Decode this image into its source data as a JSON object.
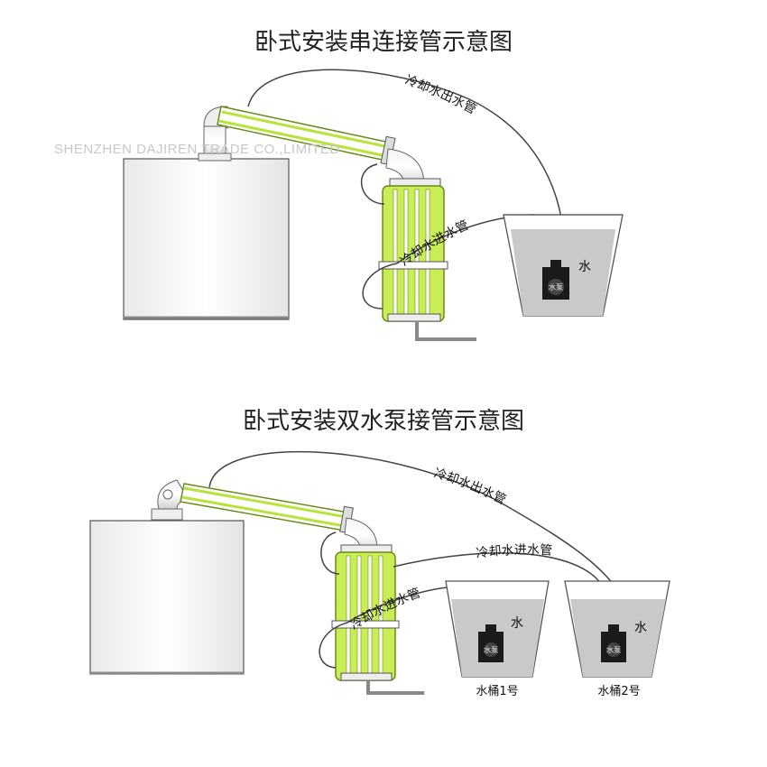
{
  "diagram_top": {
    "title": "卧式安装串连接管示意图",
    "outlet_label": "冷却水出水管",
    "inlet_label": "冷却水进水管",
    "water_label": "水",
    "pump_label": "水泵"
  },
  "diagram_bottom": {
    "title": "卧式安装双水泵接管示意图",
    "outlet_label": "冷却水出水管",
    "inlet_label_1": "冷却水进水管",
    "inlet_label_2": "冷却水进水管",
    "water_label_1": "水",
    "water_label_2": "水",
    "bucket_1": "水桶1号",
    "bucket_2": "水桶2号",
    "pump_label": "水泵"
  },
  "watermark": "SHENZHEN DAJIREN TRADE CO.,LIMITED",
  "colors": {
    "condenser_green": "#b7e43a",
    "condenser_stroke": "#6a8a1a",
    "water_gray": "#c9c9c9",
    "pump_black": "#1a1a1a"
  }
}
